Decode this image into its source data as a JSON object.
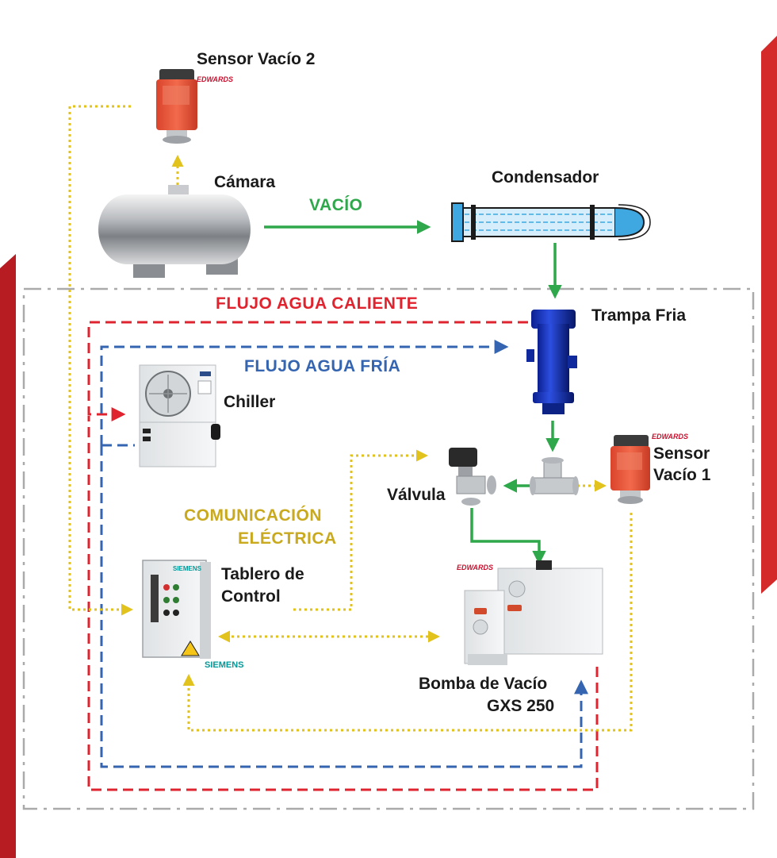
{
  "labels": {
    "sensor2": "Sensor Vacío 2",
    "camara": "Cámara",
    "condensador": "Condensador",
    "trampa": "Trampa Fria",
    "chiller": "Chiller",
    "sensor1_line1": "Sensor",
    "sensor1_line2": "Vacío 1",
    "valvula": "Válvula",
    "tablero_line1": "Tablero de",
    "tablero_line2": "Control",
    "bomba_line1": "Bomba de Vacío",
    "bomba_line2": "GXS 250"
  },
  "flows": {
    "vacio": "VACÍO",
    "agua_caliente": "FLUJO AGUA CALIENTE",
    "agua_fria": "FLUJO AGUA  FRÍA",
    "comunicacion_line1": "COMUNICACIÓN",
    "comunicacion_line2": "ELÉCTRICA"
  },
  "brands": {
    "edwards": "EDWARDS",
    "siemens": "SIEMENS"
  },
  "colors": {
    "vacio": "#2ea84a",
    "agua_caliente": "#e0242f",
    "agua_fria": "#3565b0",
    "comunicacion": "#e2c21c",
    "comunicacion_text": "#c9a91e",
    "boundary": "#aaaaaa",
    "side_bar": "#c41f26"
  }
}
